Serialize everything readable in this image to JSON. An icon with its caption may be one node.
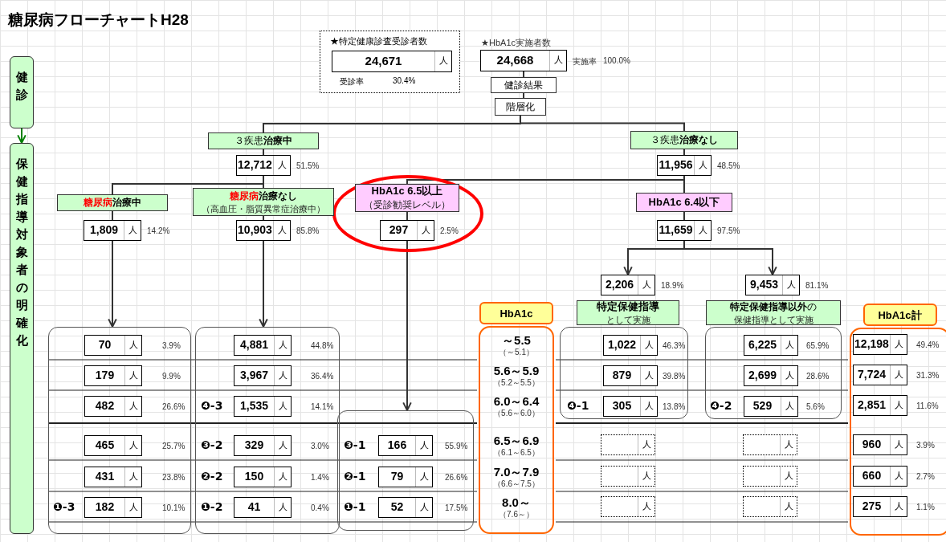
{
  "diagram": {
    "title": "糖尿病フローチャートH28",
    "nodes": [
      {
        "text": [
          "健診"
        ]
      },
      {
        "text": [
          "保健指導対象者の明確化"
        ]
      },
      {
        "text": [
          "★特定健康診査受診者数",
          "受診率",
          "30.4%"
        ]
      },
      {
        "text": [
          "24,671",
          "人"
        ],
        "in": 2
      },
      {
        "text": [
          "★HbA1c実施者数",
          "24,668",
          "人"
        ],
        "beside": [
          "実施率",
          "100.0%"
        ]
      },
      {
        "text": [
          "健診結果"
        ]
      },
      {
        "text": [
          "階層化"
        ]
      },
      {
        "text": [
          "３疾患**治療中**"
        ]
      },
      {
        "text": [
          "12,712",
          "人"
        ],
        "beside": [
          "51.5%"
        ]
      },
      {
        "text": [
          "３疾患**治療なし**"
        ]
      },
      {
        "text": [
          "11,956",
          "人"
        ],
        "beside": [
          "48.5%"
        ]
      },
      {
        "text": [
          "**糖尿病**治療中"
        ]
      },
      {
        "text": [
          "**糖尿病**治療なし",
          "（高血圧・脂質異常症治療中）"
        ]
      },
      {
        "text": [
          "1,809",
          "人"
        ],
        "beside": [
          "14.2%"
        ]
      },
      {
        "text": [
          "10,903",
          "人"
        ],
        "beside": [
          "85.8%"
        ]
      },
      {
        "text": [
          "HbA1c 6.5以上",
          "（受診勧奨レベル）"
        ]
      },
      {
        "text": [
          "297",
          "人"
        ],
        "beside": [
          "2.5%"
        ]
      },
      {
        "text": [
          "HbA1c 6.4以下"
        ]
      },
      {
        "text": [
          "11,659",
          "人"
        ],
        "beside": [
          "97.5%"
        ]
      },
      {
        "text": [
          "2,206",
          "人"
        ],
        "beside": [
          "18.9%"
        ]
      },
      {
        "text": [
          "9,453",
          "人"
        ],
        "beside": [
          "81.1%"
        ]
      },
      {
        "text": [
          "特定保健指導",
          "として実施"
        ]
      },
      {
        "text": [
          "**特定保健指導以外**の",
          "保健指導として実施"
        ]
      },
      {
        "text": [
          "HbA1c",
          "～5.5",
          "（～5.1）",
          "5.6～5.9",
          "（5.2～5.5）",
          "6.0～6.4",
          "（5.6～6.0）",
          "6.5～6.9",
          "（6.1～6.5）",
          "7.0～7.9",
          "（6.6～7.5）",
          "8.0～",
          "（7.6～）"
        ]
      },
      {
        "text": [],
        "shape": "box"
      },
      {
        "text": [
          "70",
          "人"
        ],
        "beside": [
          "3.9%"
        ],
        "in": 24
      },
      {
        "text": [
          "179",
          "人"
        ],
        "beside": [
          "9.9%"
        ],
        "in": 24
      },
      {
        "text": [
          "482",
          "人"
        ],
        "beside": [
          "26.6%"
        ],
        "in": 24
      },
      {
        "text": [
          "465",
          "人"
        ],
        "beside": [
          "25.7%"
        ],
        "in": 24
      },
      {
        "text": [
          "431",
          "人"
        ],
        "beside": [
          "23.8%"
        ],
        "in": 24
      },
      {
        "text": [
          "182",
          "人"
        ],
        "beside": [
          "❶-3",
          "10.1%"
        ],
        "in": 24
      },
      {
        "text": [],
        "shape": "box"
      },
      {
        "text": [
          "4,881",
          "人"
        ],
        "beside": [
          "44.8%"
        ],
        "in": 31
      },
      {
        "text": [
          "3,967",
          "人"
        ],
        "beside": [
          "36.4%"
        ],
        "in": 31
      },
      {
        "text": [
          "1,535",
          "人"
        ],
        "beside": [
          "❹-3",
          "14.1%"
        ],
        "in": 31
      },
      {
        "text": [
          "329",
          "人"
        ],
        "beside": [
          "❸-2",
          "3.0%"
        ],
        "in": 31
      },
      {
        "text": [
          "150",
          "人"
        ],
        "beside": [
          "❷-2",
          "1.4%"
        ],
        "in": 31
      },
      {
        "text": [
          "41",
          "人"
        ],
        "beside": [
          "❶-2",
          "0.4%"
        ],
        "in": 31
      },
      {
        "text": [],
        "shape": "box"
      },
      {
        "text": [
          "166",
          "人"
        ],
        "beside": [
          "❸-1",
          "55.9%"
        ],
        "in": 38
      },
      {
        "text": [
          "79",
          "人"
        ],
        "beside": [
          "❷-1",
          "26.6%"
        ],
        "in": 38
      },
      {
        "text": [
          "52",
          "人"
        ],
        "beside": [
          "❶-1",
          "17.5%"
        ],
        "in": 38
      },
      {
        "text": [],
        "shape": "box"
      },
      {
        "text": [
          "1,022",
          "人"
        ],
        "beside": [
          "46.3%"
        ],
        "in": 42
      },
      {
        "text": [
          "879",
          "人"
        ],
        "beside": [
          "39.8%"
        ],
        "in": 42
      },
      {
        "text": [
          "305",
          "人"
        ],
        "beside": [
          "❹-1",
          "13.8%"
        ],
        "in": 42
      },
      {
        "text": [
          "人"
        ]
      },
      {
        "text": [
          "人"
        ]
      },
      {
        "text": [
          "人"
        ]
      },
      {
        "text": [],
        "shape": "box"
      },
      {
        "text": [
          "6,225",
          "人"
        ],
        "beside": [
          "65.9%"
        ],
        "in": 49
      },
      {
        "text": [
          "2,699",
          "人"
        ],
        "beside": [
          "28.6%"
        ],
        "in": 49
      },
      {
        "text": [
          "529",
          "人"
        ],
        "beside": [
          "❹-2",
          "5.6%"
        ],
        "in": 49
      },
      {
        "text": [
          "人"
        ]
      },
      {
        "text": [
          "人"
        ]
      },
      {
        "text": [
          "人"
        ]
      },
      {
        "text": [
          "HbA1c計"
        ]
      },
      {
        "text": [
          "12,198",
          "人"
        ],
        "beside": [
          "49.4%"
        ],
        "in": 56
      },
      {
        "text": [
          "7,724",
          "人"
        ],
        "beside": [
          "31.3%"
        ],
        "in": 56
      },
      {
        "text": [
          "2,851",
          "人"
        ],
        "beside": [
          "11.6%"
        ],
        "in": 56
      },
      {
        "text": [
          "960",
          "人"
        ],
        "beside": [
          "3.9%"
        ],
        "in": 56
      },
      {
        "text": [
          "660",
          "人"
        ],
        "beside": [
          "2.7%"
        ],
        "in": 56
      },
      {
        "text": [
          "275",
          "人"
        ],
        "beside": [
          "1.1%"
        ],
        "in": 56
      }
    ],
    "edges": [
      {
        "from": 0,
        "to": 1,
        "arrow": "to",
        "color": "#008000"
      },
      {
        "from": 4,
        "to": 5,
        "arrow": "none"
      },
      {
        "from": 5,
        "to": 6,
        "arrow": "none"
      },
      {
        "from": 6,
        "to": 7,
        "arrow": "none"
      },
      {
        "from": 6,
        "to": 9,
        "arrow": "none"
      },
      {
        "from": 7,
        "to": 8,
        "arrow": "none"
      },
      {
        "from": 8,
        "to": 11,
        "arrow": "none"
      },
      {
        "from": 8,
        "to": 12,
        "arrow": "none"
      },
      {
        "from": 11,
        "to": 13,
        "arrow": "none"
      },
      {
        "from": 12,
        "to": 14,
        "arrow": "none"
      },
      {
        "from": 13,
        "to": 24,
        "arrow": "to"
      },
      {
        "from": 14,
        "to": 31,
        "arrow": "to"
      },
      {
        "from": 9,
        "to": 10,
        "arrow": "none"
      },
      {
        "from": 10,
        "to": 15,
        "arrow": "none"
      },
      {
        "from": 10,
        "to": 17,
        "arrow": "none"
      },
      {
        "from": 15,
        "to": 16,
        "arrow": "none"
      },
      {
        "from": 16,
        "to": 38,
        "arrow": "to"
      },
      {
        "from": 17,
        "to": 18,
        "arrow": "none"
      },
      {
        "from": 18,
        "to": 19,
        "arrow": "to"
      },
      {
        "from": 18,
        "to": 20,
        "arrow": "to"
      }
    ]
  }
}
